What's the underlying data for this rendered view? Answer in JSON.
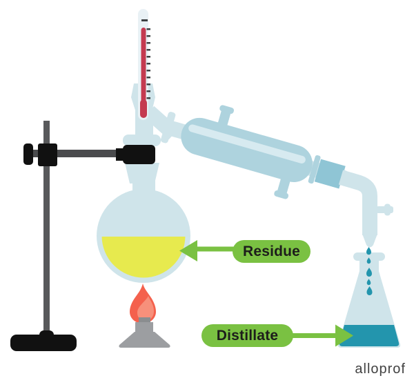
{
  "labels": {
    "residue": "Residue",
    "distillate": "Distillate"
  },
  "branding": {
    "logo": "alloprof"
  },
  "colors": {
    "glass_blue": "#cfe4ea",
    "condenser_blue": "#aed3de",
    "condenser_highlight": "#d7eaf0",
    "condenser_collar": "#8fc5d5",
    "distillate_teal": "#2395ad",
    "residue_yellow": "#e7ea4e",
    "label_green": "#7ac142",
    "label_text": "#1d1d1b",
    "stand_black": "#111111",
    "stand_gray": "#58595b",
    "clamp_bar_gray": "#4a4b4d",
    "thermometer_red": "#c43a50",
    "thermometer_tube": "#e9f1f5",
    "tick_gray": "#3c4042",
    "flame_orange": "#f4614d",
    "flame_inner": "#f7907b",
    "burner_gray": "#9c9ea1",
    "burner_dark_gray": "#8a8d8f",
    "logo_gray": "#414141"
  }
}
